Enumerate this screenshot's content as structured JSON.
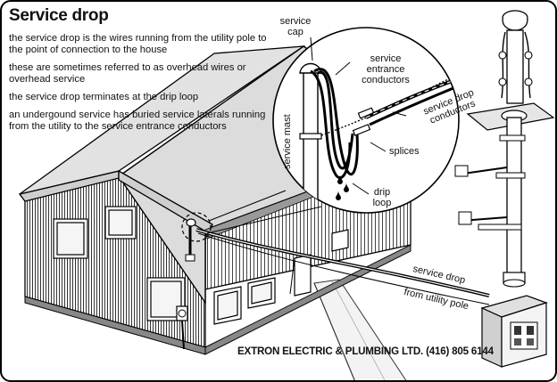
{
  "title": "Service drop",
  "descriptions": [
    "the service drop is the wires running from the utility pole to the point of connection to the house",
    "these are sometimes referred to as overhead wires or overhead service",
    "the service drop terminates at the drip loop",
    "an undergound service has buried service laterals running from the utility to the service entrance conductors"
  ],
  "labels": {
    "service_cap": "service cap",
    "service_entrance_conductors": "service entrance conductors",
    "service_drop_conductors": "service drop conductors",
    "service_mast": "service mast",
    "splices": "splices",
    "drip_loop": "drip loop",
    "service_drop": "service drop",
    "from_utility_pole": "from utility pole"
  },
  "footer": "EXTRON ELECTRIC & PLUMBING LTD. (416) 805 6144"
}
